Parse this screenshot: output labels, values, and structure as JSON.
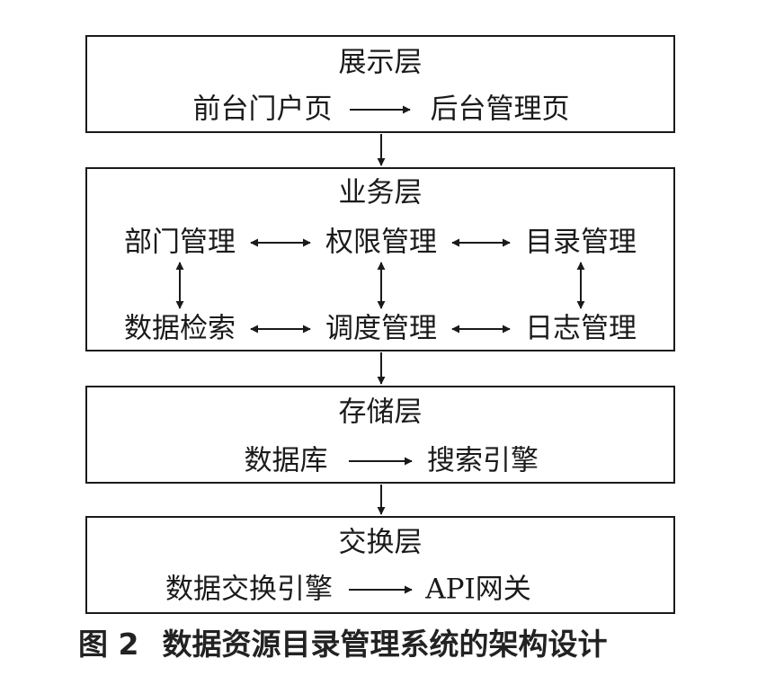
{
  "layers": {
    "presentation": {
      "title": "展示层",
      "nodes": {
        "left": "前台门户页",
        "right": "后台管理页"
      }
    },
    "business": {
      "title": "业务层",
      "nodes": {
        "dept": "部门管理",
        "perm": "权限管理",
        "catalog": "目录管理",
        "search": "数据检索",
        "sched": "调度管理",
        "log": "日志管理"
      }
    },
    "storage": {
      "title": "存储层",
      "nodes": {
        "left": "数据库",
        "right": "搜索引擎"
      }
    },
    "exchange": {
      "title": "交换层",
      "nodes": {
        "left": "数据交换引擎",
        "right": "API网关"
      }
    }
  },
  "caption": {
    "number": "图 2",
    "text": "数据资源目录管理系统的架构设计"
  }
}
